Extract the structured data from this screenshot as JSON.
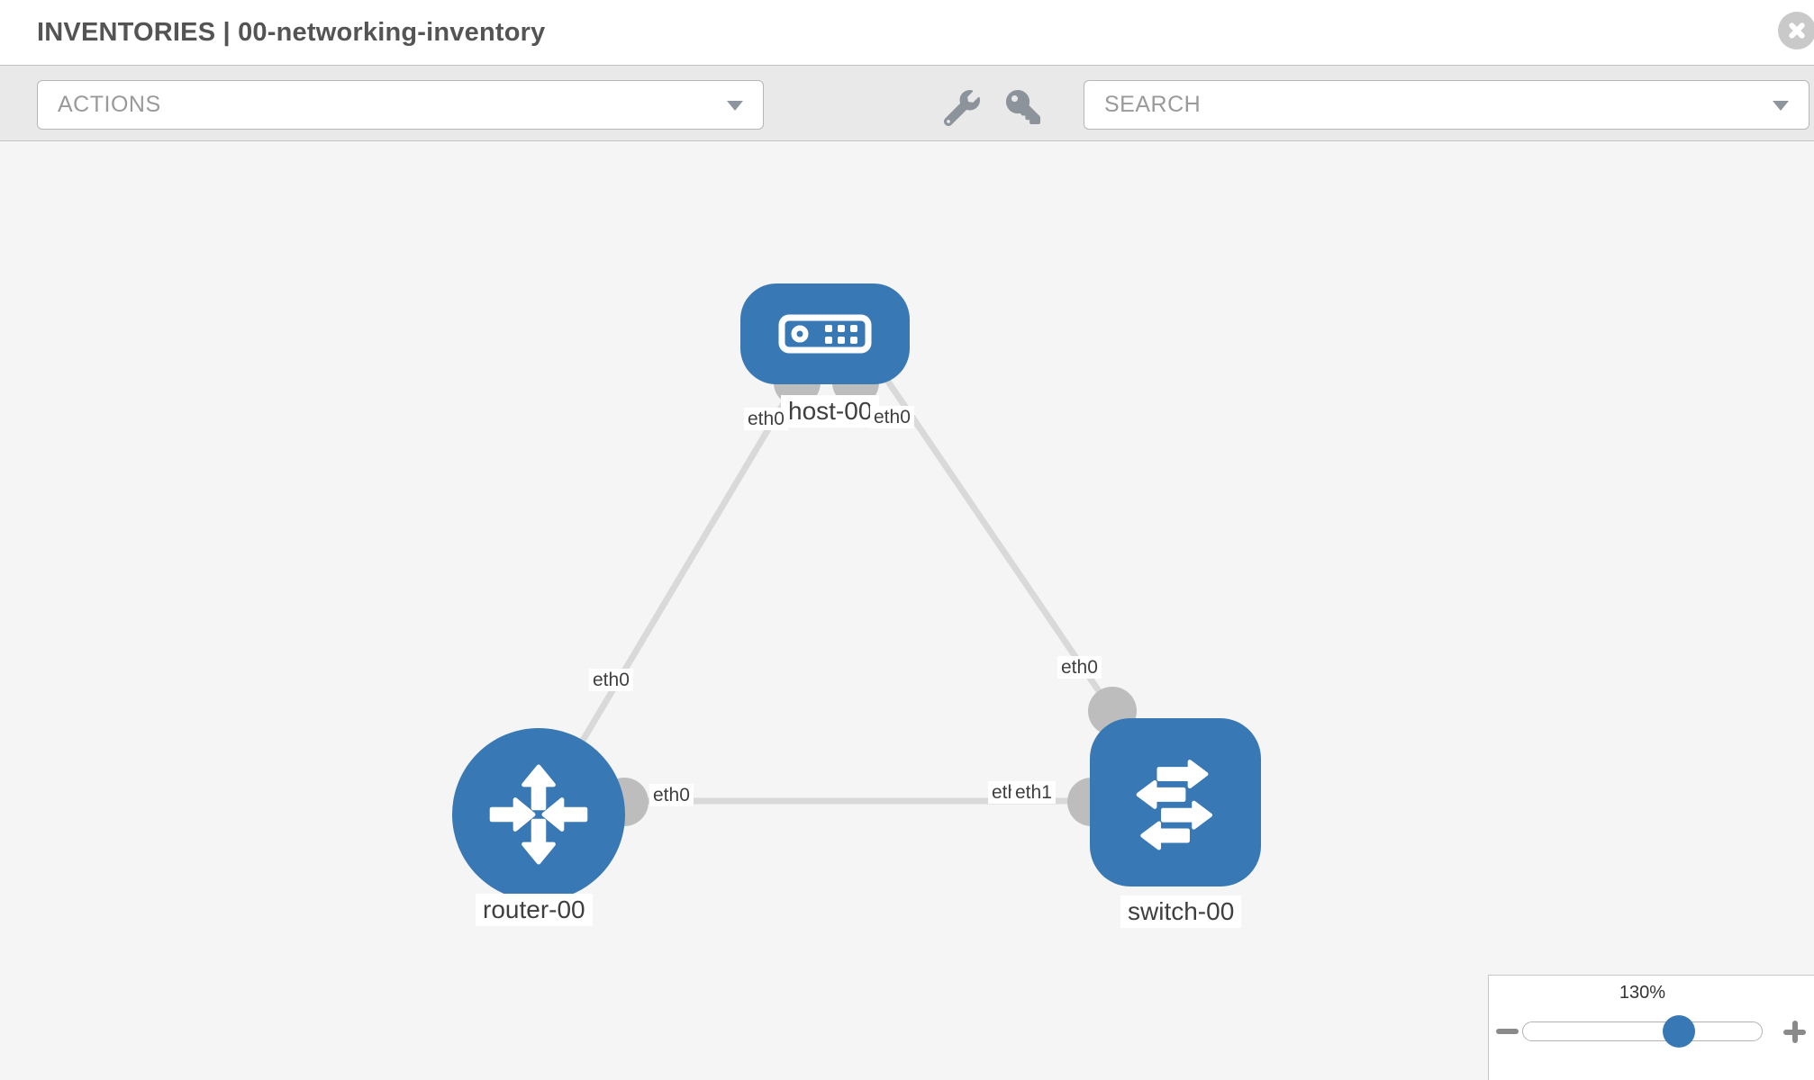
{
  "header": {
    "title": "INVENTORIES | 00-networking-inventory",
    "close_icon": "close-circle-icon"
  },
  "toolbar": {
    "actions_label": "ACTIONS",
    "search_label": "SEARCH",
    "icons": [
      "wrench-icon",
      "key-icon",
      "caret-down-icon"
    ]
  },
  "topology": {
    "nodes": [
      {
        "label": "host-00",
        "icon": "host-icon"
      },
      {
        "label": "router-00",
        "icon": "router-icon"
      },
      {
        "label": "switch-00",
        "icon": "switch-icon"
      }
    ],
    "links": [
      {
        "from": "host-00",
        "to": "router-00"
      },
      {
        "from": "host-00",
        "to": "switch-00"
      },
      {
        "from": "router-00",
        "to": "switch-00"
      }
    ],
    "interface_labels": {
      "host_left": "eth0",
      "host_right": "eth0",
      "host_router_mid": "eth0",
      "host_switch_near_switch": "eth0",
      "router_switch_near_router": "eth0",
      "router_switch_near_switch_under": "eth0",
      "router_switch_near_switch": "eth1"
    }
  },
  "zoom_control": {
    "level": "130%",
    "zoom_out_icon": "minus-icon",
    "zoom_in_icon": "plus-icon"
  },
  "colors": {
    "node_blue": "#3878b4",
    "link_gray": "#d9d9d9",
    "interface_dot_gray": "#bdbdbd",
    "canvas_bg": "#f5f5f5",
    "toolbar_bg": "#e9e9e9"
  }
}
